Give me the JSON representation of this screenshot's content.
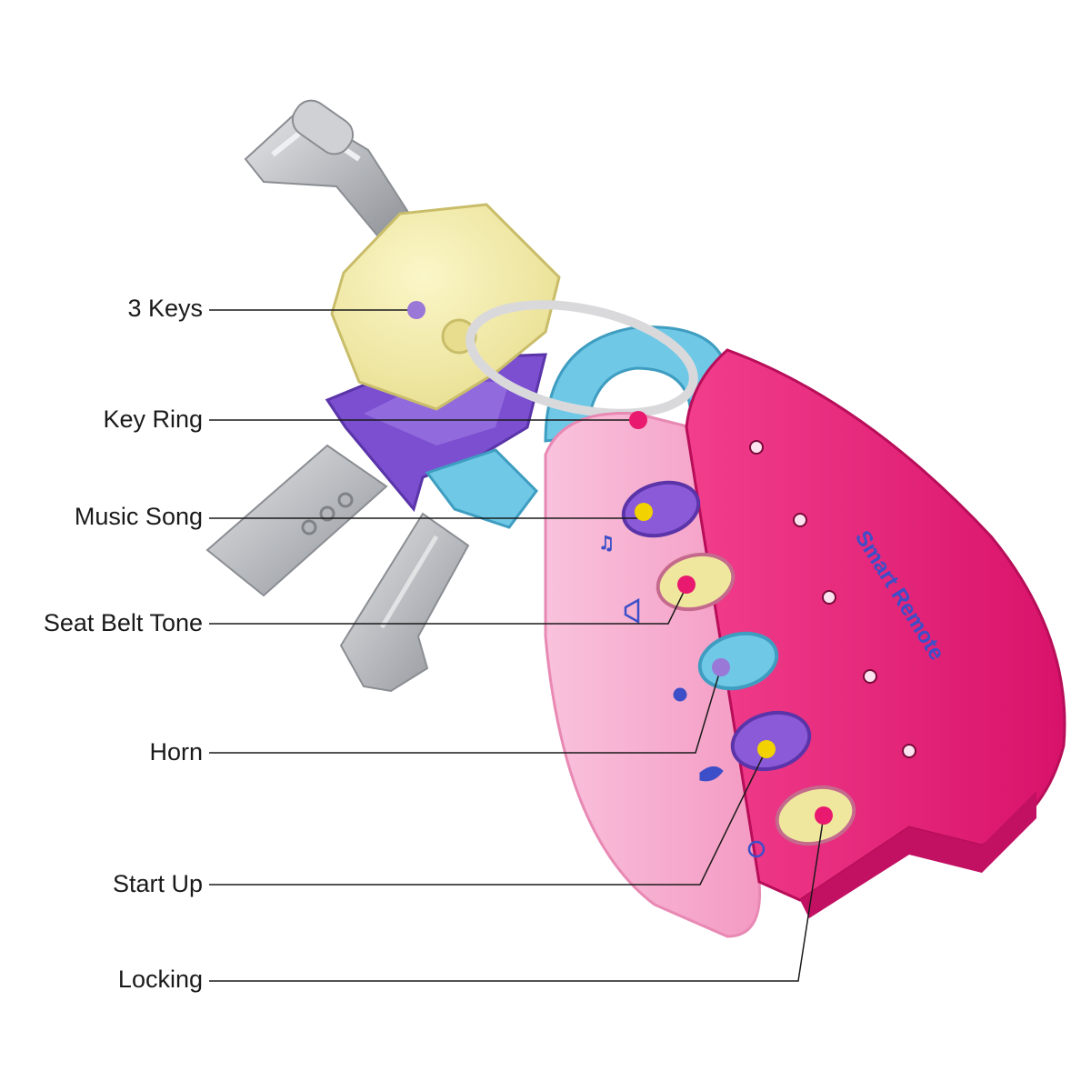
{
  "product": {
    "name": "Smart Remote",
    "colors": {
      "shell_dark": "#e8196e",
      "shell_light": "#f7a3c8",
      "yellow_key": "#f2ea9c",
      "purple_key": "#7b4fd0",
      "blue_key": "#6ec8e6",
      "metal": "#bfc2c6"
    }
  },
  "callouts": [
    {
      "label": "3 Keys",
      "dot_color": "#9a78d8"
    },
    {
      "label": "Key Ring",
      "dot_color": "#e8196e"
    },
    {
      "label": "Music Song",
      "dot_color": "#f2d200"
    },
    {
      "label": "Seat Belt Tone",
      "dot_color": "#e8196e"
    },
    {
      "label": "Horn",
      "dot_color": "#9a78d8"
    },
    {
      "label": "Start Up",
      "dot_color": "#f2d200"
    },
    {
      "label": "Locking",
      "dot_color": "#e8196e"
    }
  ]
}
